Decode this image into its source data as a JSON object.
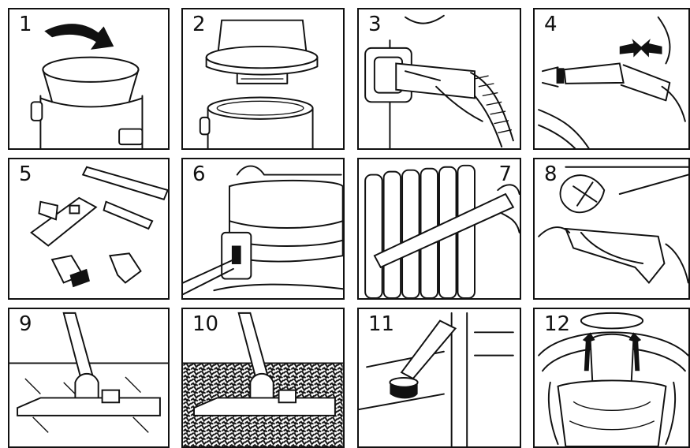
{
  "panels": [
    {
      "number": "1",
      "icon": "bucket-lid-icon"
    },
    {
      "number": "2",
      "icon": "motor-head-icon"
    },
    {
      "number": "3",
      "icon": "hose-inlet-icon"
    },
    {
      "number": "4",
      "icon": "hose-connect-icon"
    },
    {
      "number": "5",
      "icon": "nozzle-set-icon"
    },
    {
      "number": "6",
      "icon": "power-switch-icon"
    },
    {
      "number": "7",
      "icon": "radiator-icon"
    },
    {
      "number": "8",
      "icon": "crevice-tool-icon"
    },
    {
      "number": "9",
      "icon": "floor-nozzle-icon"
    },
    {
      "number": "10",
      "icon": "carpet-nozzle-icon"
    },
    {
      "number": "11",
      "icon": "wet-nozzle-icon"
    },
    {
      "number": "12",
      "icon": "filter-bag-icon"
    }
  ]
}
